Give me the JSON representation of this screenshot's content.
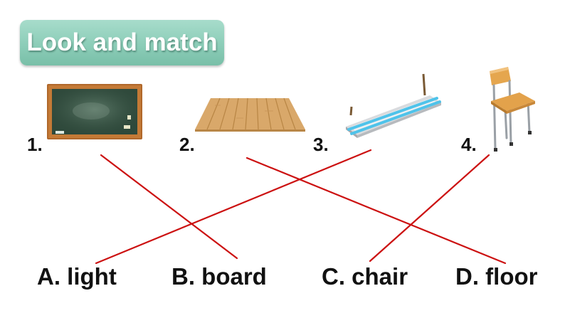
{
  "title": "Look and match",
  "pictures": [
    {
      "number": "1.",
      "icon": "blackboard-icon"
    },
    {
      "number": "2.",
      "icon": "wooden-floor-icon"
    },
    {
      "number": "3.",
      "icon": "fluorescent-light-icon"
    },
    {
      "number": "4.",
      "icon": "chair-icon"
    }
  ],
  "words": [
    "A. light",
    "B. board",
    "C. chair",
    "D. floor"
  ],
  "matches": [
    {
      "picture": "1.",
      "word": "B. board"
    },
    {
      "picture": "2.",
      "word": "D. floor"
    },
    {
      "picture": "3.",
      "word": "A. light"
    },
    {
      "picture": "4.",
      "word": "C. chair"
    }
  ],
  "colors": {
    "badge": "#8ccdb8",
    "match_line": "#cc1111"
  }
}
